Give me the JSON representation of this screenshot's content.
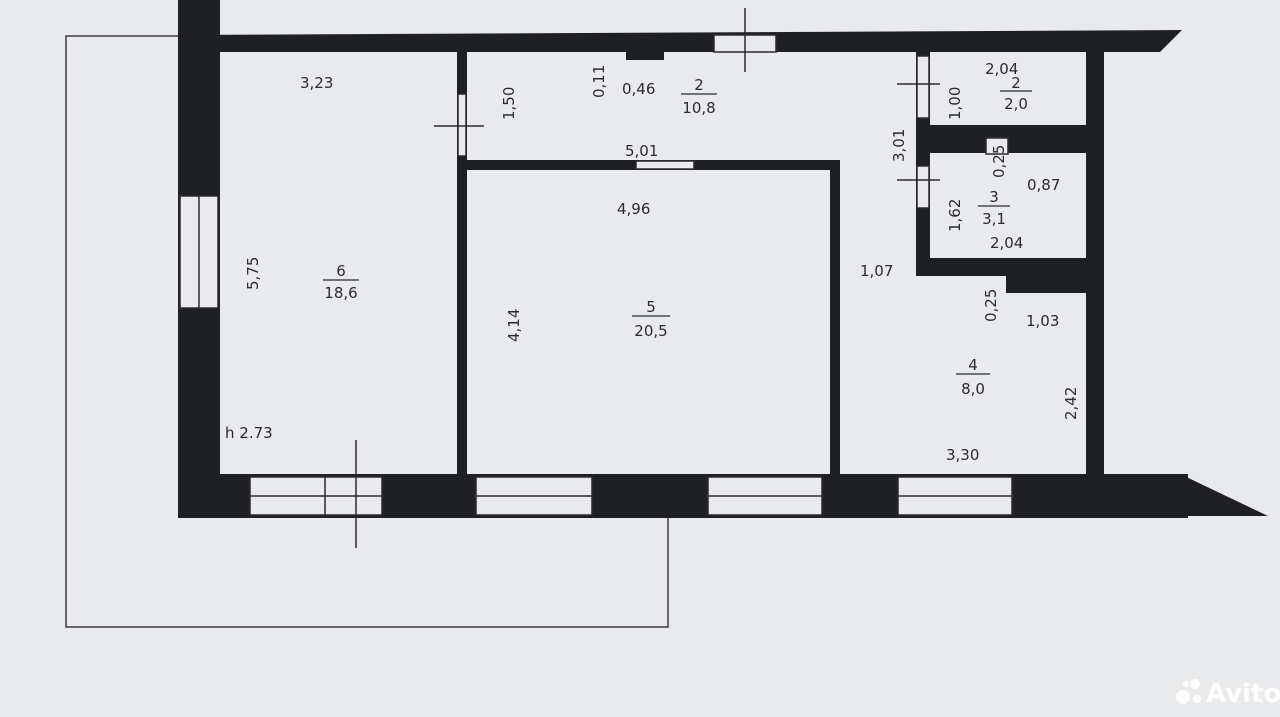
{
  "plan": {
    "ceiling_height": "h 2.73",
    "rooms": [
      {
        "number": "6",
        "area": "18,6"
      },
      {
        "number": "5",
        "area": "20,5"
      },
      {
        "number": "2",
        "area": "10,8"
      },
      {
        "number": "2",
        "area": "2,0"
      },
      {
        "number": "3",
        "area": "3,1"
      },
      {
        "number": "4",
        "area": "8,0"
      }
    ],
    "dimensions": {
      "d_3_23": "3,23",
      "d_1_50": "1,50",
      "d_0_11": "0,11",
      "d_0_46": "0,46",
      "d_5_01": "5,01",
      "d_4_96": "4,96",
      "d_5_75": "5,75",
      "d_4_14": "4,14",
      "d_2_04_top": "2,04",
      "d_1_00": "1,00",
      "d_3_01": "3,01",
      "d_0_25_a": "0,25",
      "d_0_87": "0,87",
      "d_1_62": "1,62",
      "d_2_04_mid": "2,04",
      "d_1_07": "1,07",
      "d_0_25_b": "0,25",
      "d_1_03": "1,03",
      "d_2_42": "2,42",
      "d_3_30": "3,30"
    }
  },
  "watermark": {
    "text": "Avito"
  },
  "colors": {
    "background": "#e9eaec",
    "wall": "#1f2023",
    "line": "#2a2b30"
  }
}
